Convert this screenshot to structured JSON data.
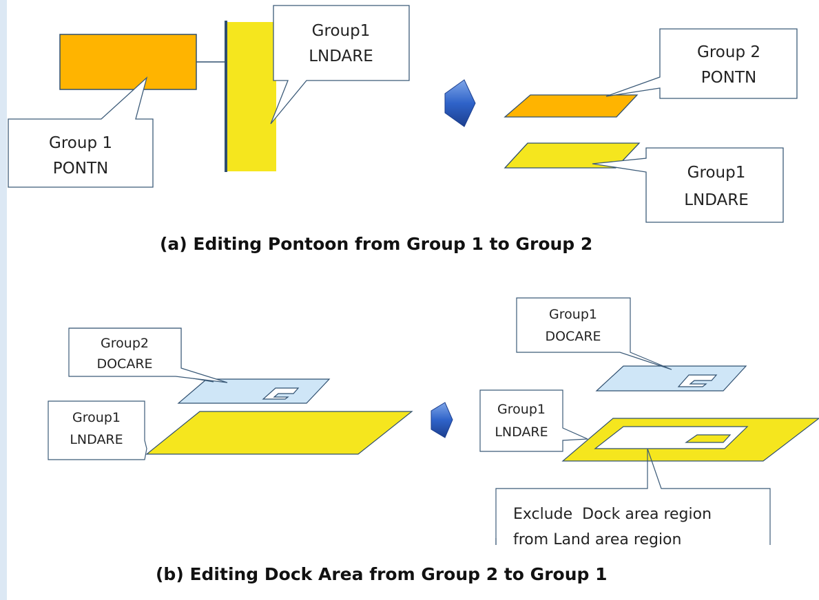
{
  "colors": {
    "pontoon": "#ffb400",
    "land": "#f5e61e",
    "dock": "#cfe6f7",
    "arrow": "#2f63c9",
    "outline": "#2f4f6f"
  },
  "panel_a": {
    "caption": "(a) Editing Pontoon from Group 1 to Group 2",
    "before": {
      "pontoon_label": {
        "line1": "Group 1",
        "line2": "PONTN"
      },
      "land_label": {
        "line1": "Group1",
        "line2": "LNDARE"
      }
    },
    "after": {
      "pontoon_label": {
        "line1": "Group 2",
        "line2": "PONTN"
      },
      "land_label": {
        "line1": "Group1",
        "line2": "LNDARE"
      }
    }
  },
  "panel_b": {
    "caption": "(b) Editing Dock Area from Group 2 to Group 1",
    "before": {
      "dock_label": {
        "line1": "Group2",
        "line2": "DOCARE"
      },
      "land_label": {
        "line1": "Group1",
        "line2": "LNDARE"
      }
    },
    "after": {
      "dock_label": {
        "line1": "Group1",
        "line2": "DOCARE"
      },
      "land_label": {
        "line1": "Group1",
        "line2": "LNDARE"
      },
      "note": {
        "line1": "Exclude  Dock area region",
        "line2": "from Land area region"
      }
    }
  }
}
